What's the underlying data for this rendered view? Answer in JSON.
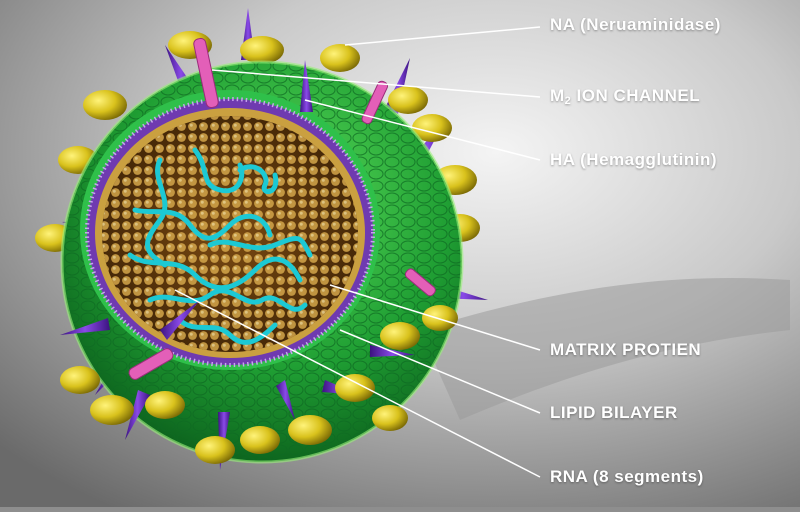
{
  "labels": {
    "na": "NA (Neruaminidase)",
    "m2_prefix": "M",
    "m2_subscript": "2",
    "m2_suffix": " ION CHANNEL",
    "ha": "HA (Hemagglutinin)",
    "matrix": "MATRIX PROTIEN",
    "lipid": "LIPID BILAYER",
    "rna": "RNA (8 segments)"
  },
  "colors": {
    "envelope_green": "#1fae3a",
    "na_spike": "#d6c21a",
    "ha_spike": "#6a2bc4",
    "m2_channel": "#e35fb8",
    "rna": "#1cc9d4",
    "core": "#b8832b"
  }
}
